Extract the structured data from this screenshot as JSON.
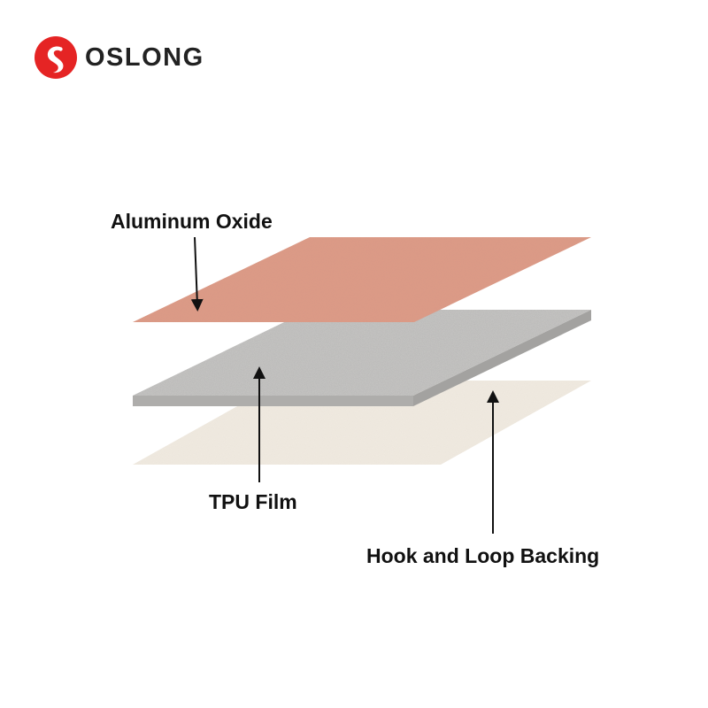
{
  "brand": {
    "name": "OSLONG",
    "logo_icon": "swan-logo-icon",
    "accent_color": "#e52424"
  },
  "layers": [
    {
      "label": "Aluminum Oxide",
      "color": "#dd9a86"
    },
    {
      "label": "TPU Film",
      "color": "#c9c8c6"
    },
    {
      "label": "Hook and Loop Backing",
      "color": "#f1ebe2"
    }
  ]
}
